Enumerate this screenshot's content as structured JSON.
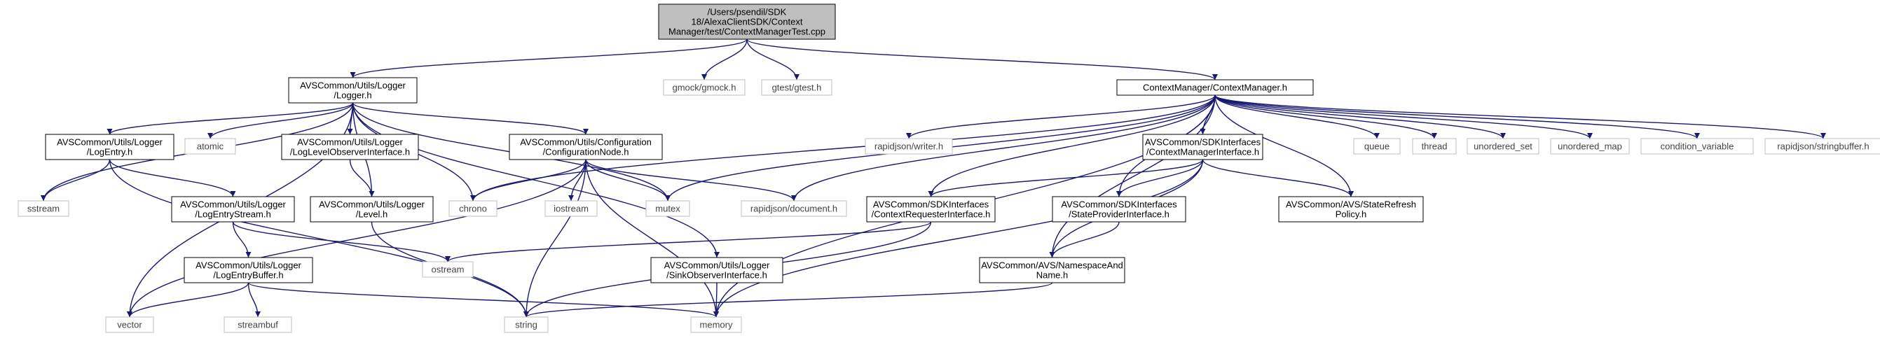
{
  "graph": {
    "nodes": [
      {
        "id": "root",
        "lines": [
          "/Users/psendil/SDK",
          "18/AlexaClientSDK/Context",
          "Manager/test/ContextManagerTest.cpp"
        ],
        "style": "root"
      },
      {
        "id": "logger",
        "lines": [
          "AVSCommon/Utils/Logger",
          "/Logger.h"
        ],
        "style": "box"
      },
      {
        "id": "gmock",
        "lines": [
          "gmock/gmock.h"
        ],
        "style": "ext"
      },
      {
        "id": "gtest",
        "lines": [
          "gtest/gtest.h"
        ],
        "style": "ext"
      },
      {
        "id": "contextmanager",
        "lines": [
          "ContextManager/ContextManager.h"
        ],
        "style": "box"
      },
      {
        "id": "logentry",
        "lines": [
          "AVSCommon/Utils/Logger",
          "/LogEntry.h"
        ],
        "style": "box"
      },
      {
        "id": "atomic",
        "lines": [
          "atomic"
        ],
        "style": "ext"
      },
      {
        "id": "loglevelobs",
        "lines": [
          "AVSCommon/Utils/Logger",
          "/LogLevelObserverInterface.h"
        ],
        "style": "box"
      },
      {
        "id": "confignode",
        "lines": [
          "AVSCommon/Utils/Configuration",
          "/ConfigurationNode.h"
        ],
        "style": "box"
      },
      {
        "id": "rjwriter",
        "lines": [
          "rapidjson/writer.h"
        ],
        "style": "ext"
      },
      {
        "id": "cmiface",
        "lines": [
          "AVSCommon/SDKInterfaces",
          "/ContextManagerInterface.h"
        ],
        "style": "box"
      },
      {
        "id": "queue",
        "lines": [
          "queue"
        ],
        "style": "ext"
      },
      {
        "id": "thread",
        "lines": [
          "thread"
        ],
        "style": "ext"
      },
      {
        "id": "unordered_set",
        "lines": [
          "unordered_set"
        ],
        "style": "ext"
      },
      {
        "id": "unordered_map",
        "lines": [
          "unordered_map"
        ],
        "style": "ext"
      },
      {
        "id": "condvar",
        "lines": [
          "condition_variable"
        ],
        "style": "ext"
      },
      {
        "id": "rjstringbuffer",
        "lines": [
          "rapidjson/stringbuffer.h"
        ],
        "style": "ext"
      },
      {
        "id": "sstream",
        "lines": [
          "sstream"
        ],
        "style": "ext"
      },
      {
        "id": "logentrystream",
        "lines": [
          "AVSCommon/Utils/Logger",
          "/LogEntryStream.h"
        ],
        "style": "box"
      },
      {
        "id": "level",
        "lines": [
          "AVSCommon/Utils/Logger",
          "/Level.h"
        ],
        "style": "box"
      },
      {
        "id": "chrono",
        "lines": [
          "chrono"
        ],
        "style": "ext"
      },
      {
        "id": "iostream",
        "lines": [
          "iostream"
        ],
        "style": "ext"
      },
      {
        "id": "mutex",
        "lines": [
          "mutex"
        ],
        "style": "ext"
      },
      {
        "id": "rjdocument",
        "lines": [
          "rapidjson/document.h"
        ],
        "style": "ext"
      },
      {
        "id": "ctxreq",
        "lines": [
          "AVSCommon/SDKInterfaces",
          "/ContextRequesterInterface.h"
        ],
        "style": "box"
      },
      {
        "id": "stateprov",
        "lines": [
          "AVSCommon/SDKInterfaces",
          "/StateProviderInterface.h"
        ],
        "style": "box"
      },
      {
        "id": "staterefresh",
        "lines": [
          "AVSCommon/AVS/StateRefresh",
          "Policy.h"
        ],
        "style": "box"
      },
      {
        "id": "ostream",
        "lines": [
          "ostream"
        ],
        "style": "ext"
      },
      {
        "id": "logentrybuffer",
        "lines": [
          "AVSCommon/Utils/Logger",
          "/LogEntryBuffer.h"
        ],
        "style": "box"
      },
      {
        "id": "sinkobs",
        "lines": [
          "AVSCommon/Utils/Logger",
          "/SinkObserverInterface.h"
        ],
        "style": "box"
      },
      {
        "id": "namespacename",
        "lines": [
          "AVSCommon/AVS/NamespaceAnd",
          "Name.h"
        ],
        "style": "box"
      },
      {
        "id": "vector",
        "lines": [
          "vector"
        ],
        "style": "ext"
      },
      {
        "id": "streambuf",
        "lines": [
          "streambuf"
        ],
        "style": "ext"
      },
      {
        "id": "string",
        "lines": [
          "string"
        ],
        "style": "ext"
      },
      {
        "id": "memory",
        "lines": [
          "memory"
        ],
        "style": "ext"
      }
    ],
    "edges": [
      [
        "root",
        "logger"
      ],
      [
        "root",
        "gmock"
      ],
      [
        "root",
        "gtest"
      ],
      [
        "root",
        "contextmanager"
      ],
      [
        "logger",
        "logentry"
      ],
      [
        "logger",
        "atomic"
      ],
      [
        "logger",
        "loglevelobs"
      ],
      [
        "logger",
        "confignode"
      ],
      [
        "logger",
        "sstream"
      ],
      [
        "logger",
        "level"
      ],
      [
        "logger",
        "chrono"
      ],
      [
        "logger",
        "mutex"
      ],
      [
        "logger",
        "sinkobs"
      ],
      [
        "logger",
        "vector"
      ],
      [
        "logentry",
        "sstream"
      ],
      [
        "logentry",
        "logentrystream"
      ],
      [
        "logentry",
        "string"
      ],
      [
        "loglevelobs",
        "level"
      ],
      [
        "confignode",
        "chrono"
      ],
      [
        "confignode",
        "iostream"
      ],
      [
        "confignode",
        "mutex"
      ],
      [
        "confignode",
        "rjdocument"
      ],
      [
        "confignode",
        "string"
      ],
      [
        "confignode",
        "memory"
      ],
      [
        "confignode",
        "vector"
      ],
      [
        "logentrystream",
        "logentrybuffer"
      ],
      [
        "logentrystream",
        "ostream"
      ],
      [
        "logentrybuffer",
        "vector"
      ],
      [
        "logentrybuffer",
        "streambuf"
      ],
      [
        "logentrybuffer",
        "memory"
      ],
      [
        "level",
        "string"
      ],
      [
        "sinkobs",
        "memory"
      ],
      [
        "contextmanager",
        "chrono"
      ],
      [
        "contextmanager",
        "mutex"
      ],
      [
        "contextmanager",
        "rjwriter"
      ],
      [
        "contextmanager",
        "rjdocument"
      ],
      [
        "contextmanager",
        "ctxreq"
      ],
      [
        "contextmanager",
        "namespacename"
      ],
      [
        "contextmanager",
        "cmiface"
      ],
      [
        "contextmanager",
        "stateprov"
      ],
      [
        "contextmanager",
        "staterefresh"
      ],
      [
        "contextmanager",
        "memory"
      ],
      [
        "contextmanager",
        "queue"
      ],
      [
        "contextmanager",
        "thread"
      ],
      [
        "contextmanager",
        "unordered_set"
      ],
      [
        "contextmanager",
        "unordered_map"
      ],
      [
        "contextmanager",
        "condvar"
      ],
      [
        "contextmanager",
        "rjstringbuffer"
      ],
      [
        "cmiface",
        "ctxreq"
      ],
      [
        "cmiface",
        "stateprov"
      ],
      [
        "cmiface",
        "staterefresh"
      ],
      [
        "cmiface",
        "namespacename"
      ],
      [
        "cmiface",
        "memory"
      ],
      [
        "ctxreq",
        "ostream"
      ],
      [
        "ctxreq",
        "string"
      ],
      [
        "stateprov",
        "namespacename"
      ],
      [
        "namespacename",
        "string"
      ]
    ],
    "colors": {
      "root_fill": "#bfbfbf",
      "box_border": "#000000",
      "ext_border": "#bfbfbf",
      "edge": "#191970",
      "background": "#ffffff"
    }
  }
}
